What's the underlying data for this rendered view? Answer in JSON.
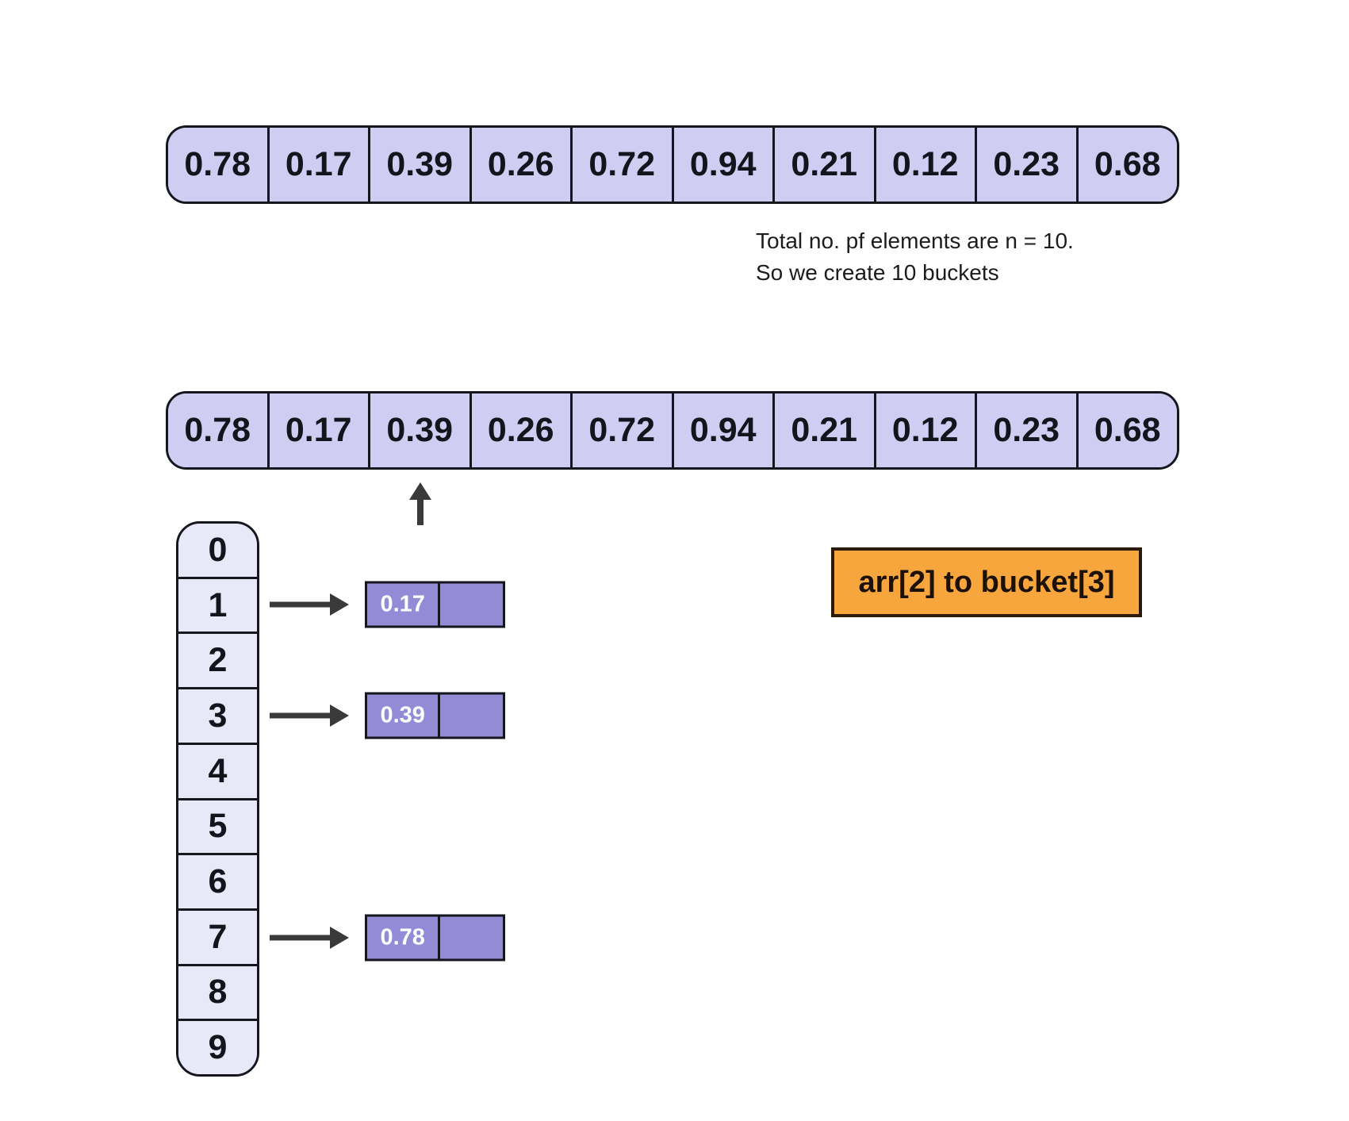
{
  "diagram": {
    "title": "bucket-sort-distribution-step",
    "array_top_values": [
      "0.78",
      "0.17",
      "0.39",
      "0.26",
      "0.72",
      "0.94",
      "0.21",
      "0.12",
      "0.23",
      "0.68"
    ],
    "array_mid_values": [
      "0.78",
      "0.17",
      "0.39",
      "0.26",
      "0.72",
      "0.94",
      "0.21",
      "0.12",
      "0.23",
      "0.68"
    ],
    "note_line1": "Total no. pf elements are n = 10.",
    "note_line2": "So we create 10 buckets",
    "bucket_indices": [
      "0",
      "1",
      "2",
      "3",
      "4",
      "5",
      "6",
      "7",
      "8",
      "9"
    ],
    "bucket_links": [
      {
        "bucket_index": 1,
        "value": "0.17"
      },
      {
        "bucket_index": 3,
        "value": "0.39"
      },
      {
        "bucket_index": 7,
        "value": "0.78"
      }
    ],
    "pointer_target_index": 2,
    "label_box_text": "arr[2] to bucket[3]"
  },
  "colors": {
    "cell_fill": "#cfcdf1",
    "bucket_fill": "#e9e8f8",
    "node_fill": "#948bd6",
    "orange": "#f6a63c",
    "line": "#16161f",
    "arrow": "#3a3a3a",
    "ink": "#14141c"
  }
}
